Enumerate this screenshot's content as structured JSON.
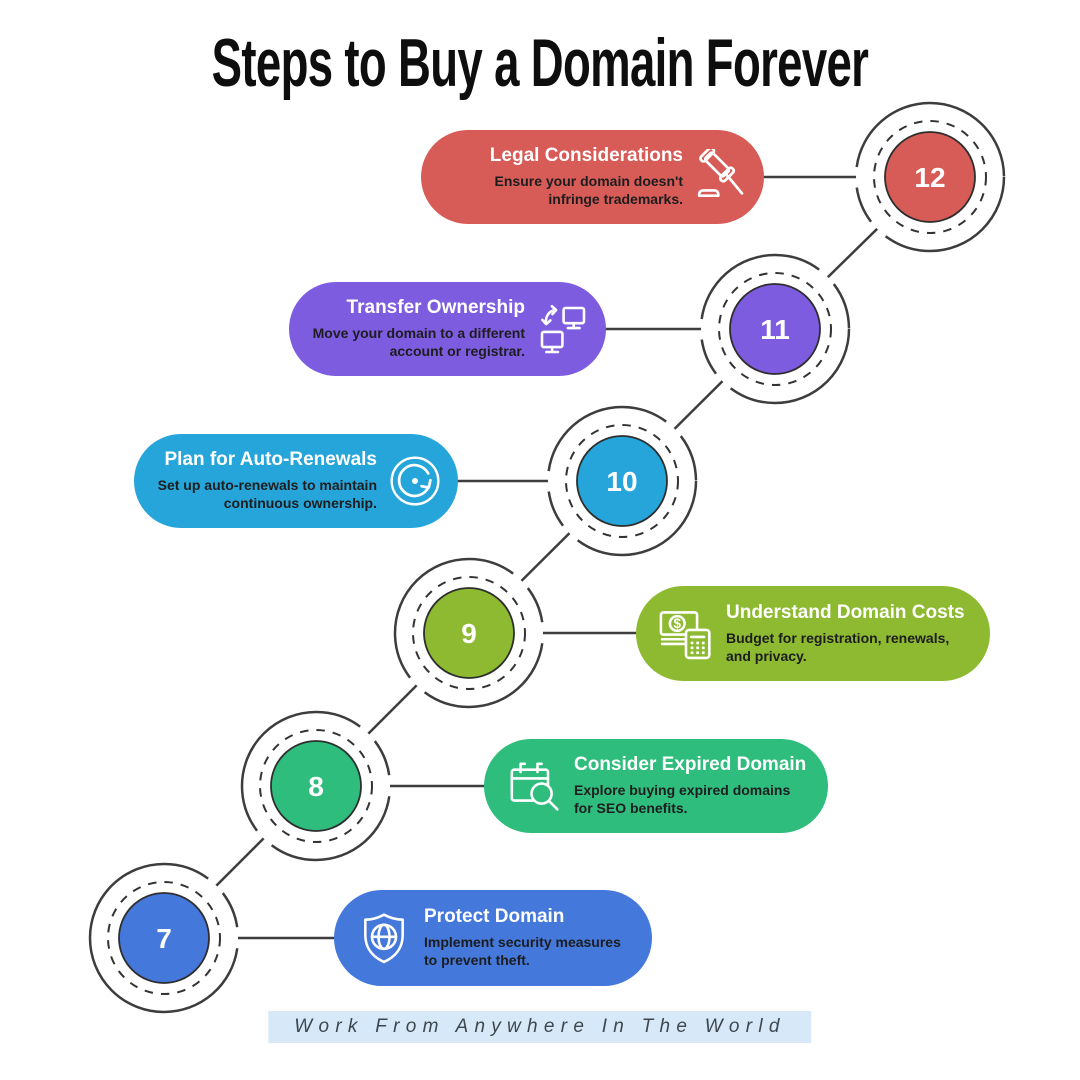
{
  "title": "Steps to Buy a Domain Forever",
  "footer": {
    "text": "Work From Anywhere In The World",
    "bg": "#d7e9f8"
  },
  "line_color": "#3d3d3d",
  "steps": [
    {
      "number": "12",
      "title": "Legal Considerations",
      "description": "Ensure your domain doesn't infringe trademarks.",
      "color": "#d75b56",
      "icon": "gavel-icon"
    },
    {
      "number": "11",
      "title": "Transfer Ownership",
      "description": "Move your domain to a different account or registrar.",
      "color": "#7d5ce0",
      "icon": "transfer-monitors-icon"
    },
    {
      "number": "10",
      "title": "Plan for Auto-Renewals",
      "description": "Set up auto-renewals to maintain continuous ownership.",
      "color": "#25a5d9",
      "icon": "auto-renewal-icon"
    },
    {
      "number": "9",
      "title": "Understand Domain Costs",
      "description": "Budget for registration, renewals, and privacy.",
      "color": "#8dba30",
      "icon": "money-calculator-icon"
    },
    {
      "number": "8",
      "title": "Consider Expired Domain",
      "description": "Explore buying expired domains for SEO benefits.",
      "color": "#2ebd7c",
      "icon": "calendar-search-icon"
    },
    {
      "number": "7",
      "title": "Protect Domain",
      "description": "Implement security measures to prevent theft.",
      "color": "#4478db",
      "icon": "shield-globe-icon"
    }
  ]
}
